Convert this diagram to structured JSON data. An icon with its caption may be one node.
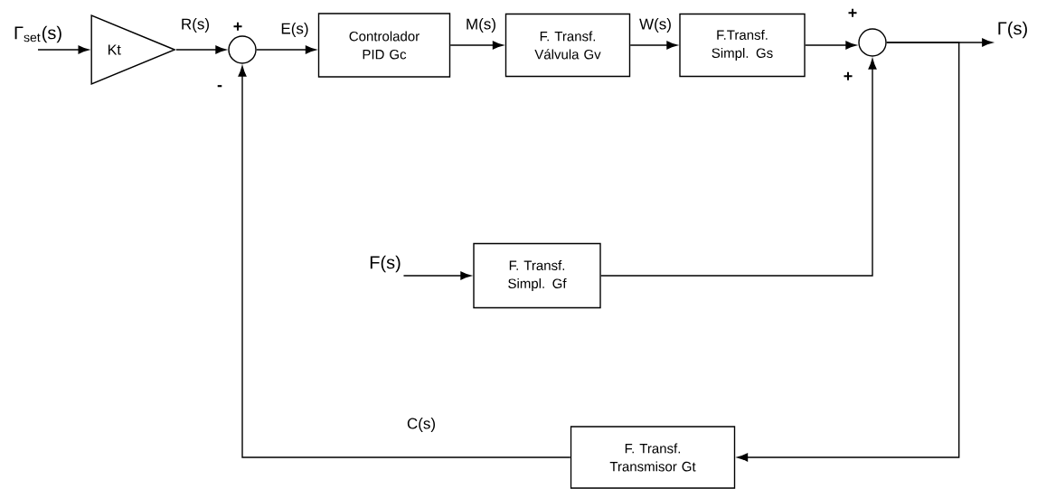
{
  "diagram": {
    "nodes": [
      {
        "text": [
          "Γ$_{set}$(s)"
        ]
      },
      {
        "text": [
          "Kt"
        ]
      },
      {
        "text": [],
        "shape": "circle",
        "beside": [
          "+",
          "-"
        ]
      },
      {
        "text": [
          "Controlador PID Gc"
        ]
      },
      {
        "text": [
          "F. Transf. Válvula  Gv"
        ]
      },
      {
        "text": [
          "F.Transf. Simpl. Gs"
        ]
      },
      {
        "text": [],
        "shape": "circle",
        "beside": [
          "+",
          "+"
        ]
      },
      {
        "text": [
          "Γ(s)"
        ]
      },
      {
        "text": [
          "F(s)"
        ]
      },
      {
        "text": [
          "F. Transf. Simpl. Gf"
        ]
      },
      {
        "text": [
          "F. Transf. Transmisor Gt"
        ]
      }
    ],
    "edges": [
      {
        "from": 0,
        "to": 1,
        "arrow": "to"
      },
      {
        "from": 1,
        "to": 2,
        "arrow": "to",
        "label": "R(s)"
      },
      {
        "from": 2,
        "to": 3,
        "arrow": "to",
        "label": "E(s)"
      },
      {
        "from": 3,
        "to": 4,
        "arrow": "to",
        "label": "M(s)"
      },
      {
        "from": 4,
        "to": 5,
        "arrow": "to",
        "label": "W(s)"
      },
      {
        "from": 5,
        "to": 6,
        "arrow": "to"
      },
      {
        "from": 6,
        "to": 7,
        "arrow": "to"
      },
      {
        "from": 8,
        "to": 9,
        "arrow": "to"
      },
      {
        "from": 9,
        "to": 6,
        "arrow": "to"
      },
      {
        "from": 6,
        "to": 10,
        "arrow": "to"
      },
      {
        "from": 10,
        "to": 2,
        "arrow": "to",
        "label": "C(s)"
      }
    ]
  }
}
